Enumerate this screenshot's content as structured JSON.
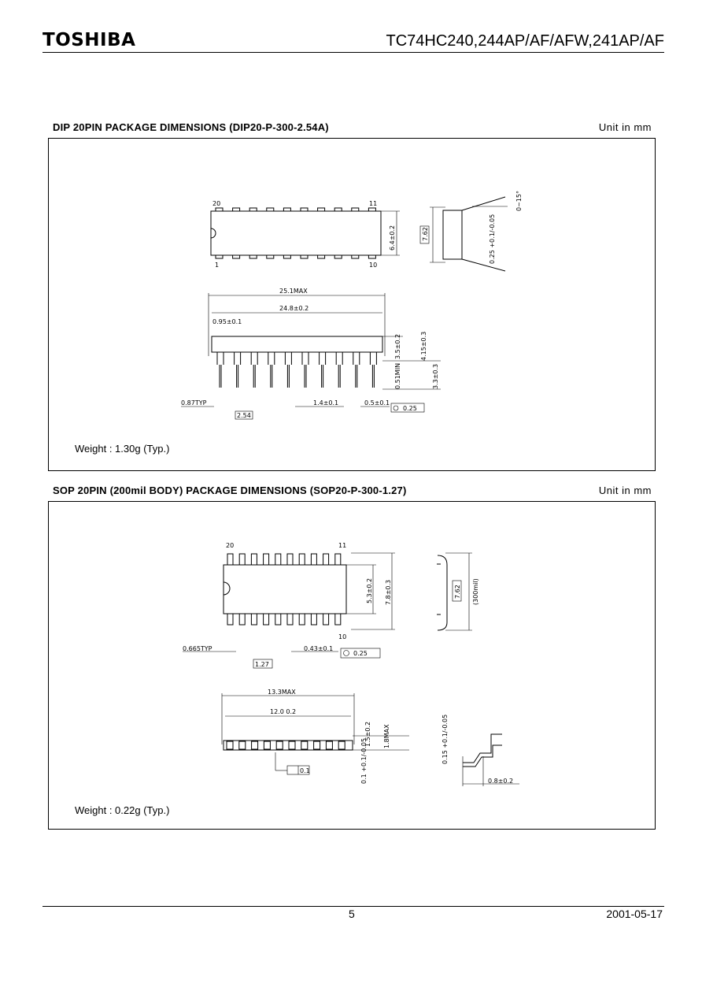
{
  "header": {
    "brand": "TOSHIBA",
    "part_number": "TC74HC240,244AP/AF/AFW,241AP/AF"
  },
  "section_dip": {
    "title": "DIP 20PIN PACKAGE DIMENSIONS (DIP20-P-300-2.54A)",
    "unit": "Unit in mm",
    "weight": "Weight : 1.30g (Typ.)",
    "labels": {
      "pin20": "20",
      "pin11": "11",
      "pin1": "1",
      "pin10": "10",
      "width": "6.4±0.2",
      "span": "7.62",
      "angle": "0~15°",
      "lead_thk": "0.25 +0.1/-0.05",
      "len_max": "25.1MAX",
      "len": "24.8±0.2",
      "end": "0.95±0.1",
      "h1": "3.5±0.2",
      "h2": "4.15±0.3",
      "h3": "3.3±0.3",
      "min": "0.51MIN",
      "typ": "0.87TYP",
      "pitch": "2.54",
      "w1": "1.4±0.1",
      "w2": "0.5±0.1",
      "tol": "0.25"
    }
  },
  "section_sop": {
    "title": "SOP 20PIN (200mil BODY) PACKAGE DIMENSIONS (SOP20-P-300-1.27)",
    "unit": "Unit in mm",
    "weight": "Weight : 0.22g (Typ.)",
    "labels": {
      "pin20": "20",
      "pin11": "11",
      "pin10": "10",
      "body": "5.3±0.2",
      "total": "7.8±0.3",
      "span": "7.62",
      "mil": "(300mil)",
      "typ": "0.665TYP",
      "pitch": "1.27",
      "lead_w": "0.43±0.1",
      "tol": "0.25",
      "len_max": "13.3MAX",
      "len": "12.0 0.2",
      "h1": "1.5±0.2",
      "h2": "1.8MAX",
      "standoff": "0.1 +0.1/-0.05",
      "flat": "0.1",
      "lead_t": "0.15 +0.1/-0.05",
      "foot": "0.8±0.2"
    }
  },
  "footer": {
    "page": "5",
    "date": "2001-05-17"
  }
}
